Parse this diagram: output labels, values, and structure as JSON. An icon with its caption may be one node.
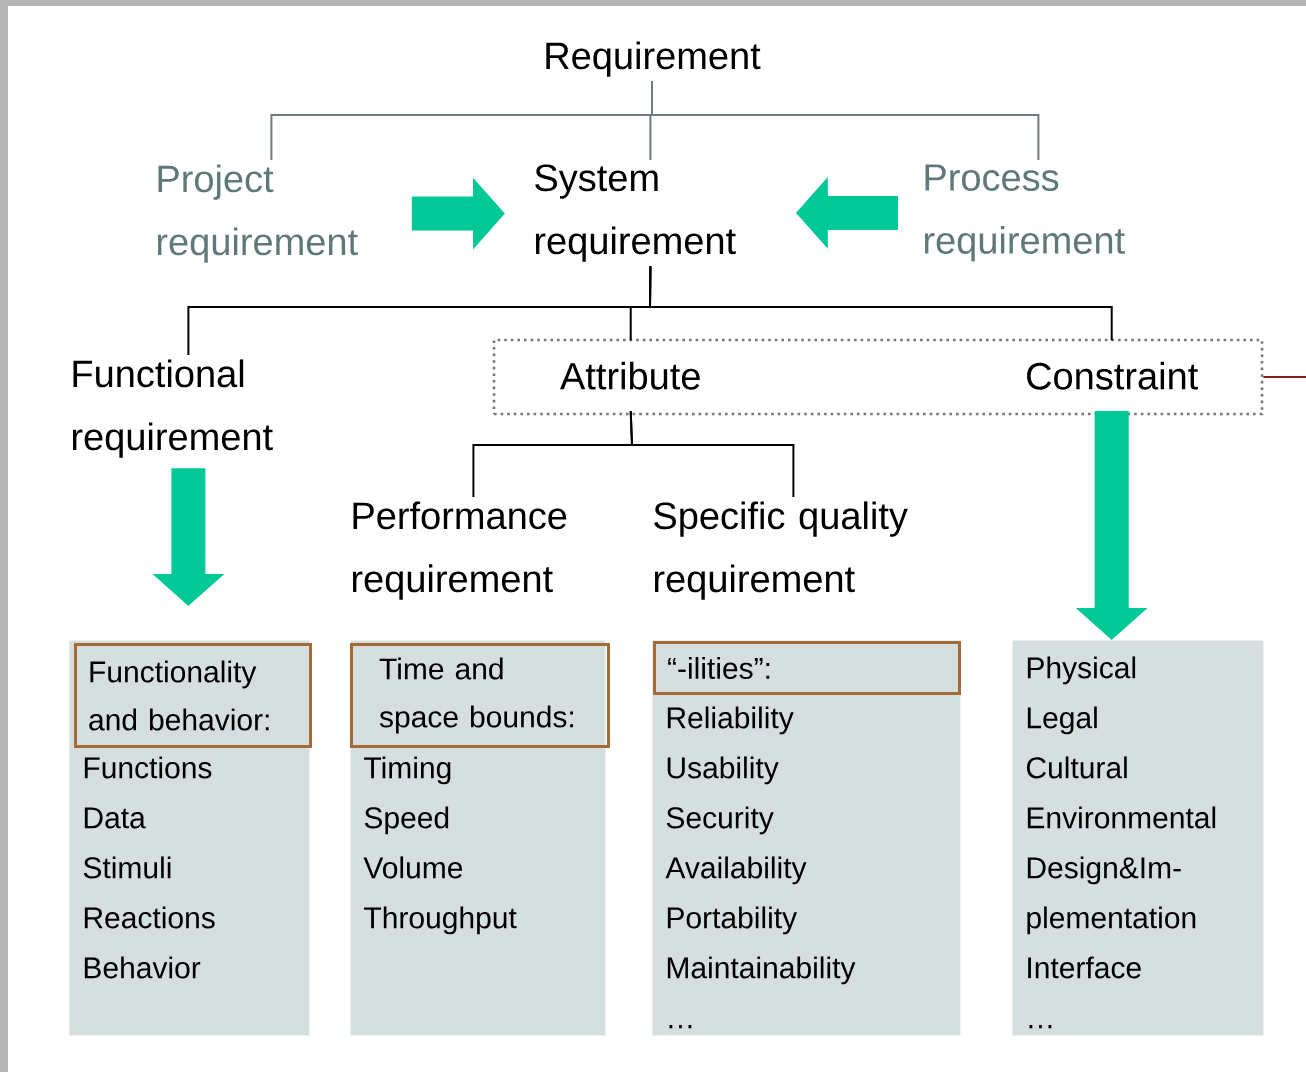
{
  "diagram": {
    "nodes": [
      {
        "text": [
          "Requirement"
        ]
      },
      {
        "text": [
          "Project requirement"
        ]
      },
      {
        "text": [
          "System requirement"
        ]
      },
      {
        "text": [
          "Process requirement"
        ]
      },
      {
        "text": [
          "Functional requirement"
        ]
      },
      {
        "text": [],
        "shape": "box"
      },
      {
        "text": [
          "Attribute"
        ],
        "in": 5
      },
      {
        "text": [
          "Constraint"
        ],
        "in": 5
      },
      {
        "text": [
          "Performance requirement"
        ]
      },
      {
        "text": [
          "Specific quality requirement"
        ]
      },
      {
        "text": [
          "Functions",
          "Data",
          "Stimuli",
          "Reactions",
          "Behavior"
        ]
      },
      {
        "text": [
          "Functionality and behavior:"
        ],
        "in": 10
      },
      {
        "text": [
          "Timing",
          "Speed",
          "Volume",
          "Throughput"
        ]
      },
      {
        "text": [
          "Time and space bounds:"
        ],
        "in": 12
      },
      {
        "text": [
          "Reliability",
          "Usability",
          "Security",
          "Availability",
          "Portability",
          "Maintainability",
          "…"
        ]
      },
      {
        "text": [
          "“-ilities”:"
        ],
        "in": 14
      },
      {
        "text": [
          "Physical",
          "Legal",
          "Cultural",
          "Environmental",
          "Design&Im- plementation",
          "Interface",
          "…"
        ]
      }
    ],
    "edges": [
      {
        "from": 0,
        "to": 1,
        "arrow": "none",
        "color": "#6b7d7d"
      },
      {
        "from": 0,
        "to": 2,
        "arrow": "none",
        "color": "#6b7d7d"
      },
      {
        "from": 0,
        "to": 3,
        "arrow": "none",
        "color": "#6b7d7d"
      },
      {
        "from": 1,
        "to": 2,
        "arrow": "to",
        "style": "thick",
        "color": "#00c896"
      },
      {
        "from": 3,
        "to": 2,
        "arrow": "to",
        "style": "thick",
        "color": "#00c896"
      },
      {
        "from": 2,
        "to": 4,
        "arrow": "none"
      },
      {
        "from": 2,
        "to": 6,
        "arrow": "none"
      },
      {
        "from": 2,
        "to": 7,
        "arrow": "none"
      },
      {
        "from": 6,
        "to": 8,
        "arrow": "none"
      },
      {
        "from": 6,
        "to": 9,
        "arrow": "none"
      },
      {
        "from": 4,
        "to": 10,
        "arrow": "to",
        "style": "thick",
        "color": "#00c896"
      },
      {
        "from": 7,
        "to": 16,
        "arrow": "to",
        "style": "thick",
        "color": "#00c896"
      },
      {
        "from": 5,
        "to": null,
        "arrow": "none",
        "color": "#8b1a1a"
      }
    ]
  }
}
